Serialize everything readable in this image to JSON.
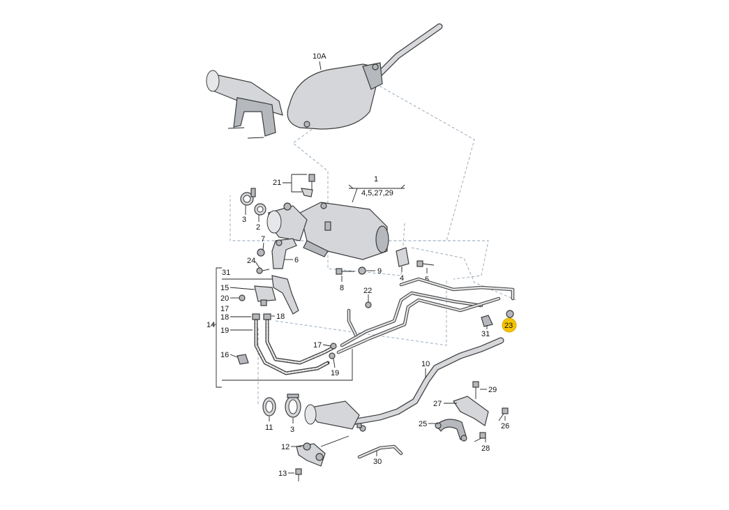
{
  "diagram": {
    "labels": {
      "l1": "1",
      "l1sub": "4,5,27,29",
      "l2": "2",
      "l3a": "3",
      "l3b": "3",
      "l4": "4",
      "l5": "5",
      "l6": "6",
      "l7": "7",
      "l8": "8",
      "l9": "9",
      "l10": "10",
      "l10a": "10A",
      "l11": "11",
      "l12": "12",
      "l13": "13",
      "l14": "14",
      "l15": "15",
      "l16": "16",
      "l17a": "17",
      "l17b": "17",
      "l18a": "18",
      "l18b": "18",
      "l19a": "19",
      "l19b": "19",
      "l20": "20",
      "l21": "21",
      "l22": "22",
      "l23": "23",
      "l24": "24",
      "l25": "25",
      "l26": "26",
      "l27": "27",
      "l28": "28",
      "l29": "29",
      "l30": "30",
      "l31a": "31",
      "l31b": "31"
    },
    "highlight_color": "#f5c400",
    "highlighted_part": "23"
  }
}
